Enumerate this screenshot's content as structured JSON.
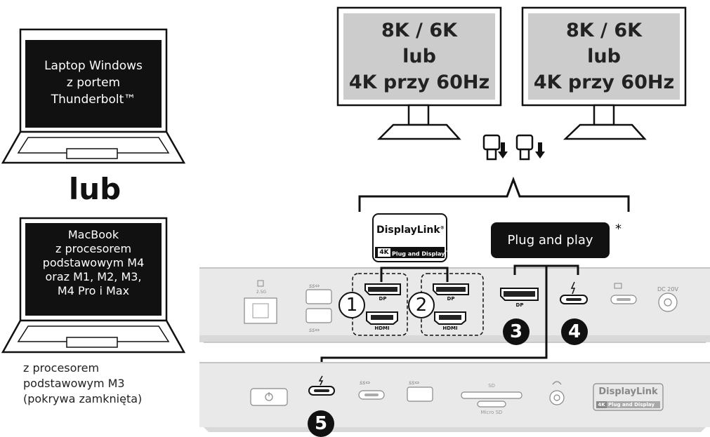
{
  "monitors": [
    {
      "lines": [
        "8K / 6K",
        "lub",
        "4K przy 60Hz"
      ]
    },
    {
      "lines": [
        "8K / 6K",
        "lub",
        "4K przy 60Hz"
      ]
    }
  ],
  "laptops": {
    "windows": {
      "lines": [
        "Laptop Windows",
        "z portem",
        "Thunderbolt™"
      ]
    },
    "or_label": "lub",
    "macbook": {
      "lines": [
        "MacBook",
        "z procesorem",
        "podstawowym M4",
        "oraz M1, M2, M3,",
        "M4 Pro i Max"
      ]
    },
    "note_lines": [
      "z procesorem",
      "podstawowym M3",
      "(pokrywa zamknięta)"
    ]
  },
  "displaylink_badge": {
    "brand": "DisplayLink",
    "reg": "®",
    "tag_4k": "4K",
    "tag_text": "Plug and Display",
    "tm": "™"
  },
  "plug_and_play": {
    "label": "Plug and play",
    "asterisk": "*"
  },
  "dock_back": {
    "groups": [
      "1",
      "2"
    ],
    "dp_label": "DP",
    "hdmi_label": "HDMI",
    "numbers": [
      "3",
      "4"
    ],
    "dc_label": "DC 20V",
    "lan_label": "2.5G"
  },
  "dock_front": {
    "number": "5",
    "sd_label": "SD",
    "microsd_label": "Micro SD",
    "displaylink": {
      "brand": "DisplayLink",
      "tag_4k": "4K",
      "tag_text": "Plug and Display"
    }
  }
}
